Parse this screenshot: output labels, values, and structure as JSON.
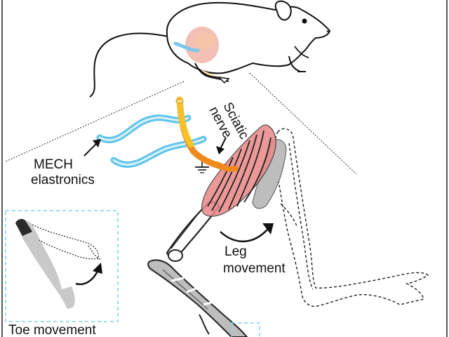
{
  "labels": {
    "mech_line1": "MECH",
    "mech_line2": "elastronics",
    "sciatic_line1": "Sciatic",
    "sciatic_line2": "nerve",
    "leg_line1": "Leg",
    "leg_line2": "movement",
    "toe": "Toe movement"
  },
  "colors": {
    "electrode_blue": "#5fc4ea",
    "electrode_core": "#d9f1fb",
    "nerve_yellow": "#f4c02c",
    "nerve_orange": "#ef8a1e",
    "muscle_red": "#e98787",
    "bone_gray": "#bdbdbd",
    "inset_border": "#7fd3ec"
  },
  "icons": [
    "mouse-illustration",
    "ground-symbol-icon",
    "curved-arrow-icon"
  ]
}
